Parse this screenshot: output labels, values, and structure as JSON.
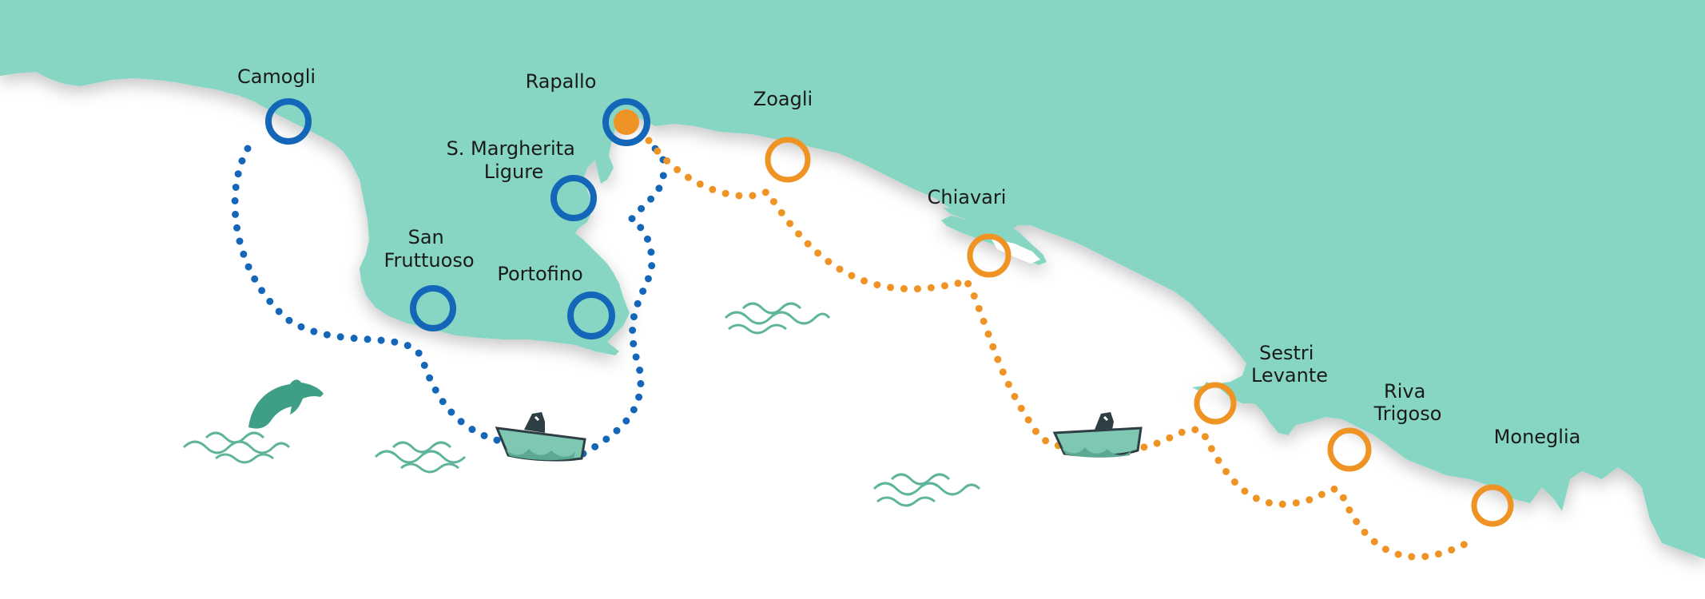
{
  "map": {
    "colors": {
      "land": "#86d6c3",
      "sea": "#ffffff",
      "coast_shadow": "#d4d4d4",
      "route_blue": "#1467b8",
      "route_orange": "#ef9424",
      "dolphin": "#3f9f86",
      "waves": "#5fb49c",
      "boat_hull": "#7ec7b3",
      "boat_dark": "#2d3e45",
      "label": "#1a1a1a"
    },
    "stops": [
      {
        "id": "camogli",
        "label_lines": [
          "Camogli"
        ],
        "route": "blue"
      },
      {
        "id": "rapallo",
        "label_lines": [
          "Rapallo"
        ],
        "route": "hub"
      },
      {
        "id": "zoagli",
        "label_lines": [
          "Zoagli"
        ],
        "route": "orange"
      },
      {
        "id": "santa-margherita",
        "label_lines": [
          "S. Margherita",
          "Ligure"
        ],
        "route": "blue"
      },
      {
        "id": "san-fruttuoso",
        "label_lines": [
          "San",
          "Fruttuoso"
        ],
        "route": "blue"
      },
      {
        "id": "portofino",
        "label_lines": [
          "Portofino"
        ],
        "route": "blue"
      },
      {
        "id": "chiavari",
        "label_lines": [
          "Chiavari"
        ],
        "route": "orange"
      },
      {
        "id": "sestri-levante",
        "label_lines": [
          "Sestri",
          "Levante"
        ],
        "route": "orange"
      },
      {
        "id": "riva-trigoso",
        "label_lines": [
          "Riva",
          "Trigoso"
        ],
        "route": "orange"
      },
      {
        "id": "moneglia",
        "label_lines": [
          "Moneglia"
        ],
        "route": "orange"
      }
    ],
    "icons": {
      "boat": "boat-icon",
      "dolphin": "dolphin-icon",
      "waves": "waves-icon"
    }
  }
}
